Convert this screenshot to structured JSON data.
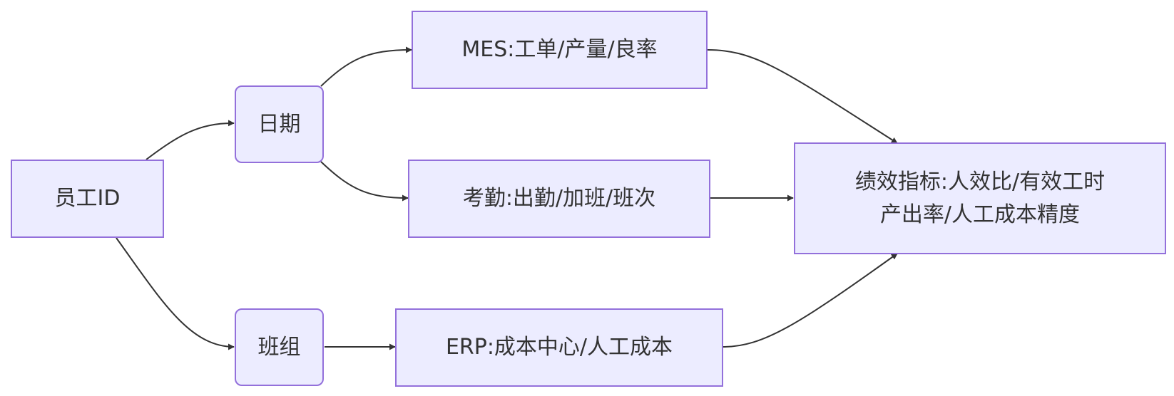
{
  "nodes": {
    "employee_id": {
      "label": "员工ID"
    },
    "date": {
      "label": "日期"
    },
    "team": {
      "label": "班组"
    },
    "mes": {
      "label": "MES:工单/产量/良率"
    },
    "attendance": {
      "label": "考勤:出勤/加班/班次"
    },
    "erp": {
      "label": "ERP:成本中心/人工成本"
    },
    "metrics": {
      "label_line1": "绩效指标:人效比/有效工时",
      "label_line2": "产出率/人工成本精度"
    }
  },
  "edges": [
    {
      "from": "员工ID",
      "to": "日期"
    },
    {
      "from": "员工ID",
      "to": "班组"
    },
    {
      "from": "日期",
      "to": "MES:工单/产量/良率"
    },
    {
      "from": "日期",
      "to": "考勤:出勤/加班/班次"
    },
    {
      "from": "班组",
      "to": "ERP:成本中心/人工成本"
    },
    {
      "from": "MES:工单/产量/良率",
      "to": "绩效指标"
    },
    {
      "from": "考勤:出勤/加班/班次",
      "to": "绩效指标"
    },
    {
      "from": "ERP:成本中心/人工成本",
      "to": "绩效指标"
    }
  ],
  "colors": {
    "node_fill": "#ececff",
    "node_border": "#9370db",
    "edge": "#333333",
    "text": "#333333"
  }
}
